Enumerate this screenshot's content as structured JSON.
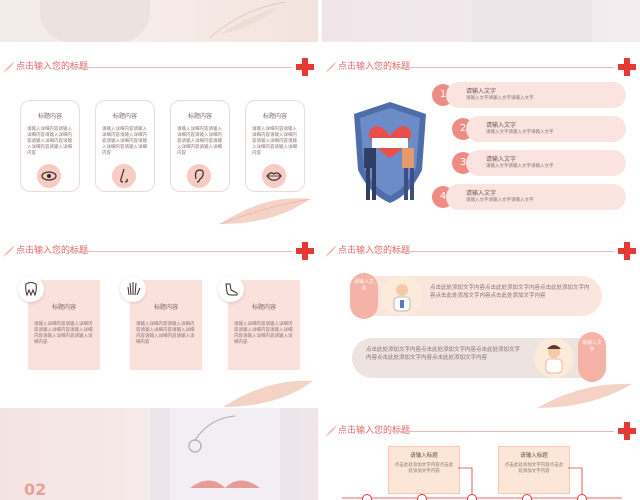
{
  "slides": {
    "title_text": "点击输入您的标题",
    "cards": [
      {
        "title": "标题内容",
        "body": "请输入详细内容请输入详细内容请输入详细内容请输入详细内容请输入详细内容请输入详细内容"
      },
      {
        "title": "标题内容",
        "body": "请输入详细内容请输入详细内容请输入详细内容请输入详细内容请输入详细内容请输入详细内容"
      },
      {
        "title": "标题内容",
        "body": "请输入详细内容请输入详细内容请输入详细内容请输入详细内容请输入详细内容请输入详细内容"
      },
      {
        "title": "标题内容",
        "body": "请输入详细内容请输入详细内容请输入详细内容请输入详细内容请输入详细内容请输入详细内容"
      }
    ],
    "list": [
      {
        "num": "1",
        "title": "请输入文字",
        "sub": "请输入文字请输入文字请输入文字"
      },
      {
        "num": "2",
        "title": "请输入文字",
        "sub": "请输入文字请输入文字请输入文字"
      },
      {
        "num": "3",
        "title": "请输入文字",
        "sub": "请输入文字请输入文字请输入文字"
      },
      {
        "num": "4",
        "title": "请输入文字",
        "sub": "请输入文字请输入文字请输入文字"
      }
    ],
    "boxes": [
      {
        "title": "标题内容",
        "body": "请输入详细内容请输入详细内容请输入详细内容请输入详细内容请输入详细内容请输入详细内容"
      },
      {
        "title": "标题内容",
        "body": "请输入详细内容请输入详细内容请输入详细内容请输入详细内容请输入详细内容请输入详细内容"
      },
      {
        "title": "标题内容",
        "body": "请输入详细内容请输入详细内容请输入详细内容请输入详细内容请输入详细内容请输入详细内容"
      }
    ],
    "speech": [
      {
        "tag": "请输入文字",
        "text": "点击此处添加文字内容点击此处添加文字内容点击此处添加文字内容点击此处添加文字内容点击此处添加文字内容"
      },
      {
        "tag": "请输入文字",
        "text": "点击此处添加文字内容点击此处添加文字内容点击此处添加文字内容点击此处添加文字内容点击此处添加文字内容"
      }
    ],
    "flow": [
      {
        "title": "请输入标题",
        "body": "点击此处添加文字内容点击此处添加文字内容"
      },
      {
        "title": "请输入标题",
        "body": "点击此处添加文字内容点击此处添加文字内容"
      }
    ],
    "section_number": "02"
  },
  "colors": {
    "accent": "#e06a6a",
    "cross": "#e53935",
    "pink_light": "#fbe3df"
  }
}
